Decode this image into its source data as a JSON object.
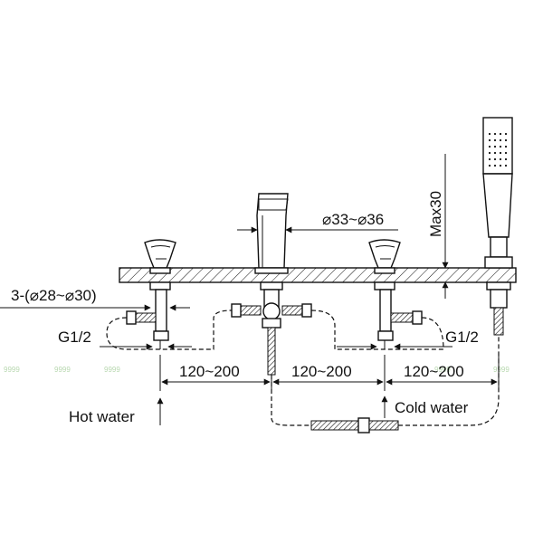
{
  "labels": {
    "hole_dim": "3-(⌀28~⌀30)",
    "spout_dim": "⌀33~⌀36",
    "max_thickness": "Max30",
    "thread_left": "G1/2",
    "thread_right": "G1/2",
    "spacing_1": "120~200",
    "spacing_2": "120~200",
    "spacing_3": "120~200",
    "hot_water": "Hot water",
    "cold_water": "Cold water"
  },
  "watermark": "9999"
}
